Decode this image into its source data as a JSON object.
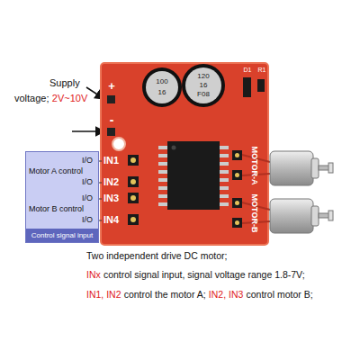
{
  "diagram": {
    "nodes": [
      {
        "text": [
          "I/O",
          "Motor A control",
          "I/O",
          "I/O",
          "Motor B control",
          "I/O",
          "Control signal input"
        ]
      }
    ],
    "labels": [
      "Supply",
      "voltage;",
      "2V~10V",
      "+",
      "-",
      "100",
      "16",
      "120",
      "16",
      "F08",
      "D1",
      "R1",
      "IN1",
      "IN2",
      "IN3",
      "IN4",
      "MOTOR-A",
      "MOTOR-B",
      "Two independent drive DC motor;",
      "INx",
      "control signal input, signal voltage range 1.8-7V;",
      "IN1, IN2",
      "control the motor A;",
      "IN2, IN3",
      "control motor B;"
    ]
  }
}
